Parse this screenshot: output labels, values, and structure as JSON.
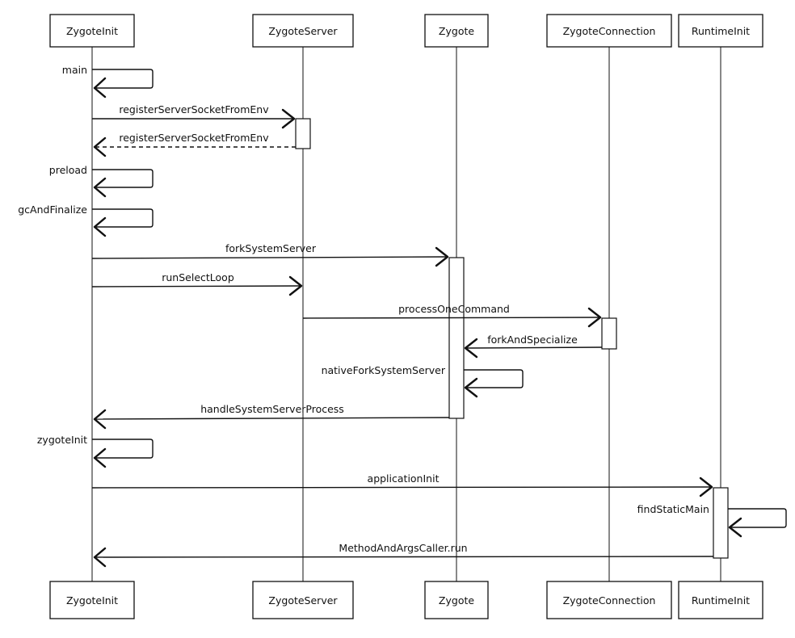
{
  "participants": [
    {
      "id": "zi",
      "label": "ZygoteInit"
    },
    {
      "id": "zs",
      "label": "ZygoteServer"
    },
    {
      "id": "z",
      "label": "Zygote"
    },
    {
      "id": "zc",
      "label": "ZygoteConnection"
    },
    {
      "id": "ri",
      "label": "RuntimeInit"
    }
  ],
  "messages": [
    {
      "id": "m1",
      "label": "main",
      "from": "zi",
      "to": "zi",
      "type": "self"
    },
    {
      "id": "m2",
      "label": "registerServerSocketFromEnv",
      "from": "zi",
      "to": "zs",
      "type": "sync"
    },
    {
      "id": "m3",
      "label": "registerServerSocketFromEnv",
      "from": "zs",
      "to": "zi",
      "type": "return"
    },
    {
      "id": "m4",
      "label": "preload",
      "from": "zi",
      "to": "zi",
      "type": "self"
    },
    {
      "id": "m5",
      "label": "gcAndFinalize",
      "from": "zi",
      "to": "zi",
      "type": "self"
    },
    {
      "id": "m6",
      "label": "forkSystemServer",
      "from": "zi",
      "to": "z",
      "type": "sync"
    },
    {
      "id": "m7",
      "label": "runSelectLoop",
      "from": "zi",
      "to": "zs",
      "type": "sync"
    },
    {
      "id": "m8",
      "label": "processOneCommand",
      "from": "zs",
      "to": "zc",
      "type": "sync"
    },
    {
      "id": "m9",
      "label": "forkAndSpecialize",
      "from": "zc",
      "to": "z",
      "type": "sync"
    },
    {
      "id": "m10",
      "label": "nativeForkSystemServer",
      "from": "z",
      "to": "z",
      "type": "self"
    },
    {
      "id": "m11",
      "label": "handleSystemServerProcess",
      "from": "z",
      "to": "zi",
      "type": "sync"
    },
    {
      "id": "m12",
      "label": "zygoteInit",
      "from": "zi",
      "to": "zi",
      "type": "self"
    },
    {
      "id": "m13",
      "label": "applicationInit",
      "from": "zi",
      "to": "ri",
      "type": "sync"
    },
    {
      "id": "m14",
      "label": "findStaticMain",
      "from": "ri",
      "to": "ri",
      "type": "self"
    },
    {
      "id": "m15",
      "label": "MethodAndArgsCaller.run",
      "from": "ri",
      "to": "zi",
      "type": "sync"
    }
  ]
}
